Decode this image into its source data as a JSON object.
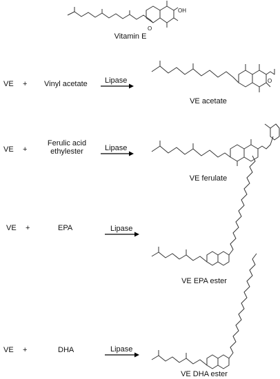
{
  "title": "Vitamin E",
  "reactions": [
    {
      "reactant": "VE",
      "plus": "+",
      "reagent": "Vinyl acetate",
      "enzyme": "Lipase",
      "product": "VE acetate"
    },
    {
      "reactant": "VE",
      "plus": "+",
      "reagent": "Ferulic acid\nethylester",
      "enzyme": "Lipase",
      "product": "VE ferulate"
    },
    {
      "reactant": "VE",
      "plus": "+",
      "reagent": "EPA",
      "enzyme": "Lipase",
      "product": "VE EPA ester"
    },
    {
      "reactant": "VE",
      "plus": "+",
      "reagent": "DHA",
      "enzyme": "Lipase",
      "product": "VE DHA ester"
    }
  ],
  "atom_labels": {
    "hydroxyl": "OH",
    "ring_oxygen": "O",
    "ester_oxygen": "O"
  }
}
